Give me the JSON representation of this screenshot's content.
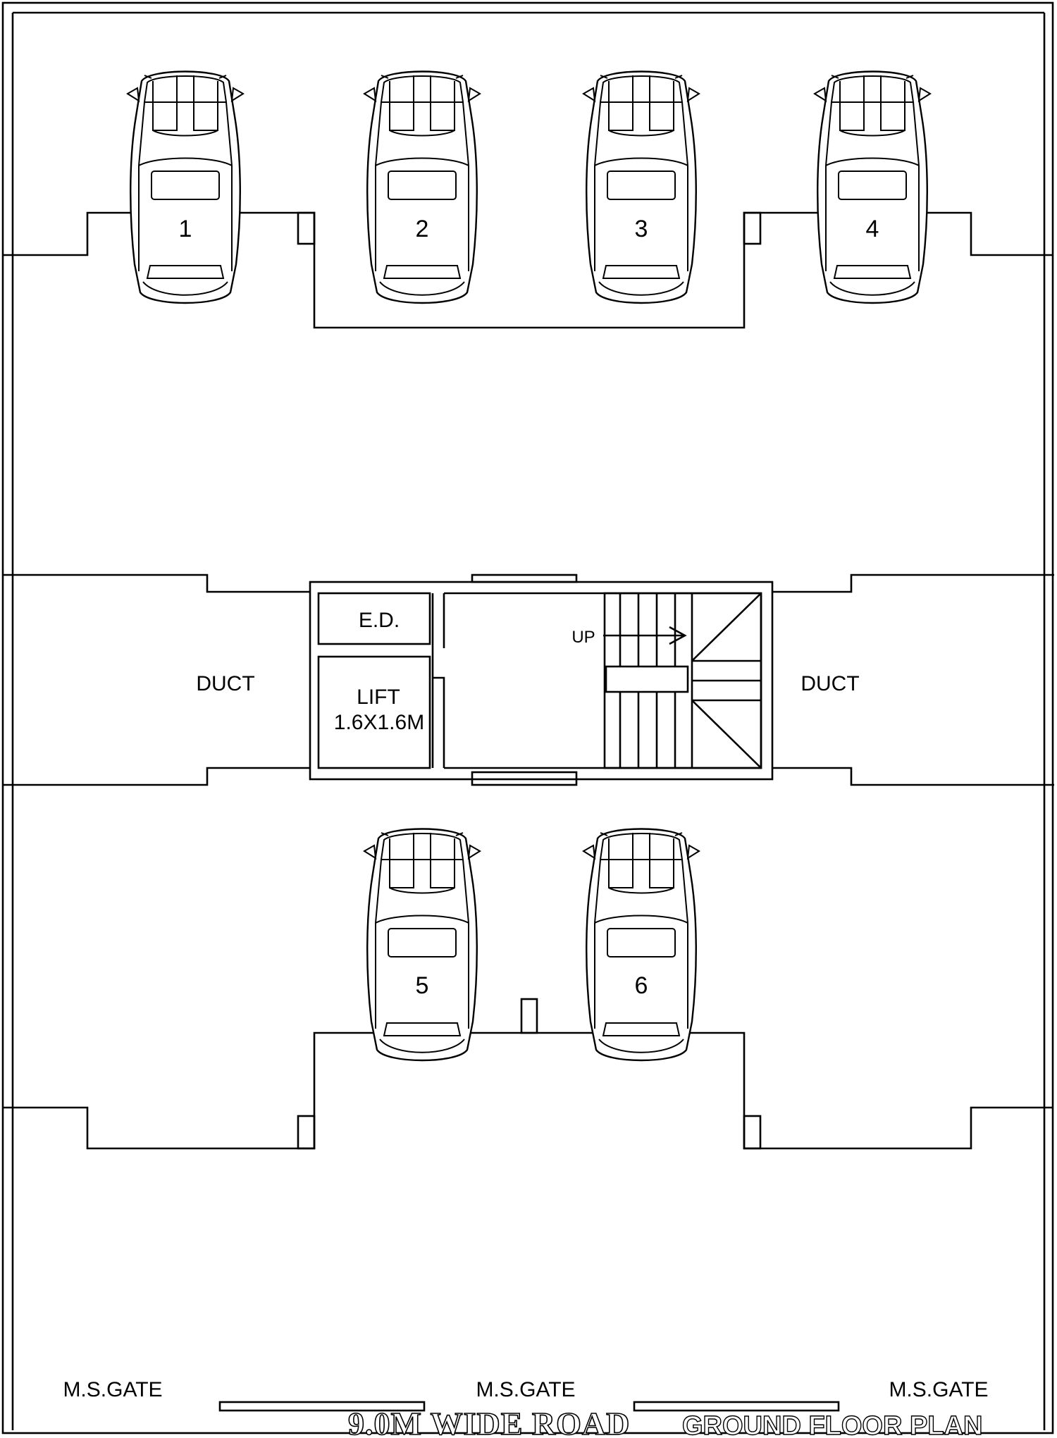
{
  "cars": [
    {
      "number": "1"
    },
    {
      "number": "2"
    },
    {
      "number": "3"
    },
    {
      "number": "4"
    },
    {
      "number": "5"
    },
    {
      "number": "6"
    }
  ],
  "core": {
    "ed_label": "E.D.",
    "lift_label": "LIFT",
    "lift_size": "1.6X1.6M",
    "stair_label": "UP"
  },
  "ducts": {
    "left": "DUCT",
    "right": "DUCT"
  },
  "gates": [
    "M.S.GATE",
    "M.S.GATE",
    "M.S.GATE"
  ],
  "road_label": "9.0M WIDE ROAD",
  "plan_title": "GROUND FLOOR PLAN"
}
